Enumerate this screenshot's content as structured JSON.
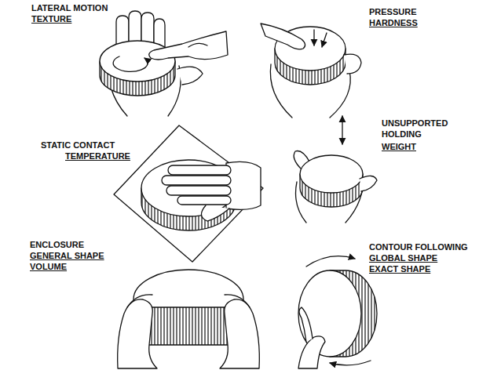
{
  "diagram": {
    "labels": [
      "LATERAL MOTION",
      "TEXTURE",
      "PRESSURE",
      "HARDNESS",
      "STATIC CONTACT",
      "TEMPERATURE",
      "UNSUPPORTED HOLDING",
      "WEIGHT",
      "ENCLOSURE",
      "GENERAL SHAPE",
      "VOLUME",
      "CONTOUR FOLLOWING",
      "GLOBAL SHAPE",
      "EXACT SHAPE"
    ]
  }
}
